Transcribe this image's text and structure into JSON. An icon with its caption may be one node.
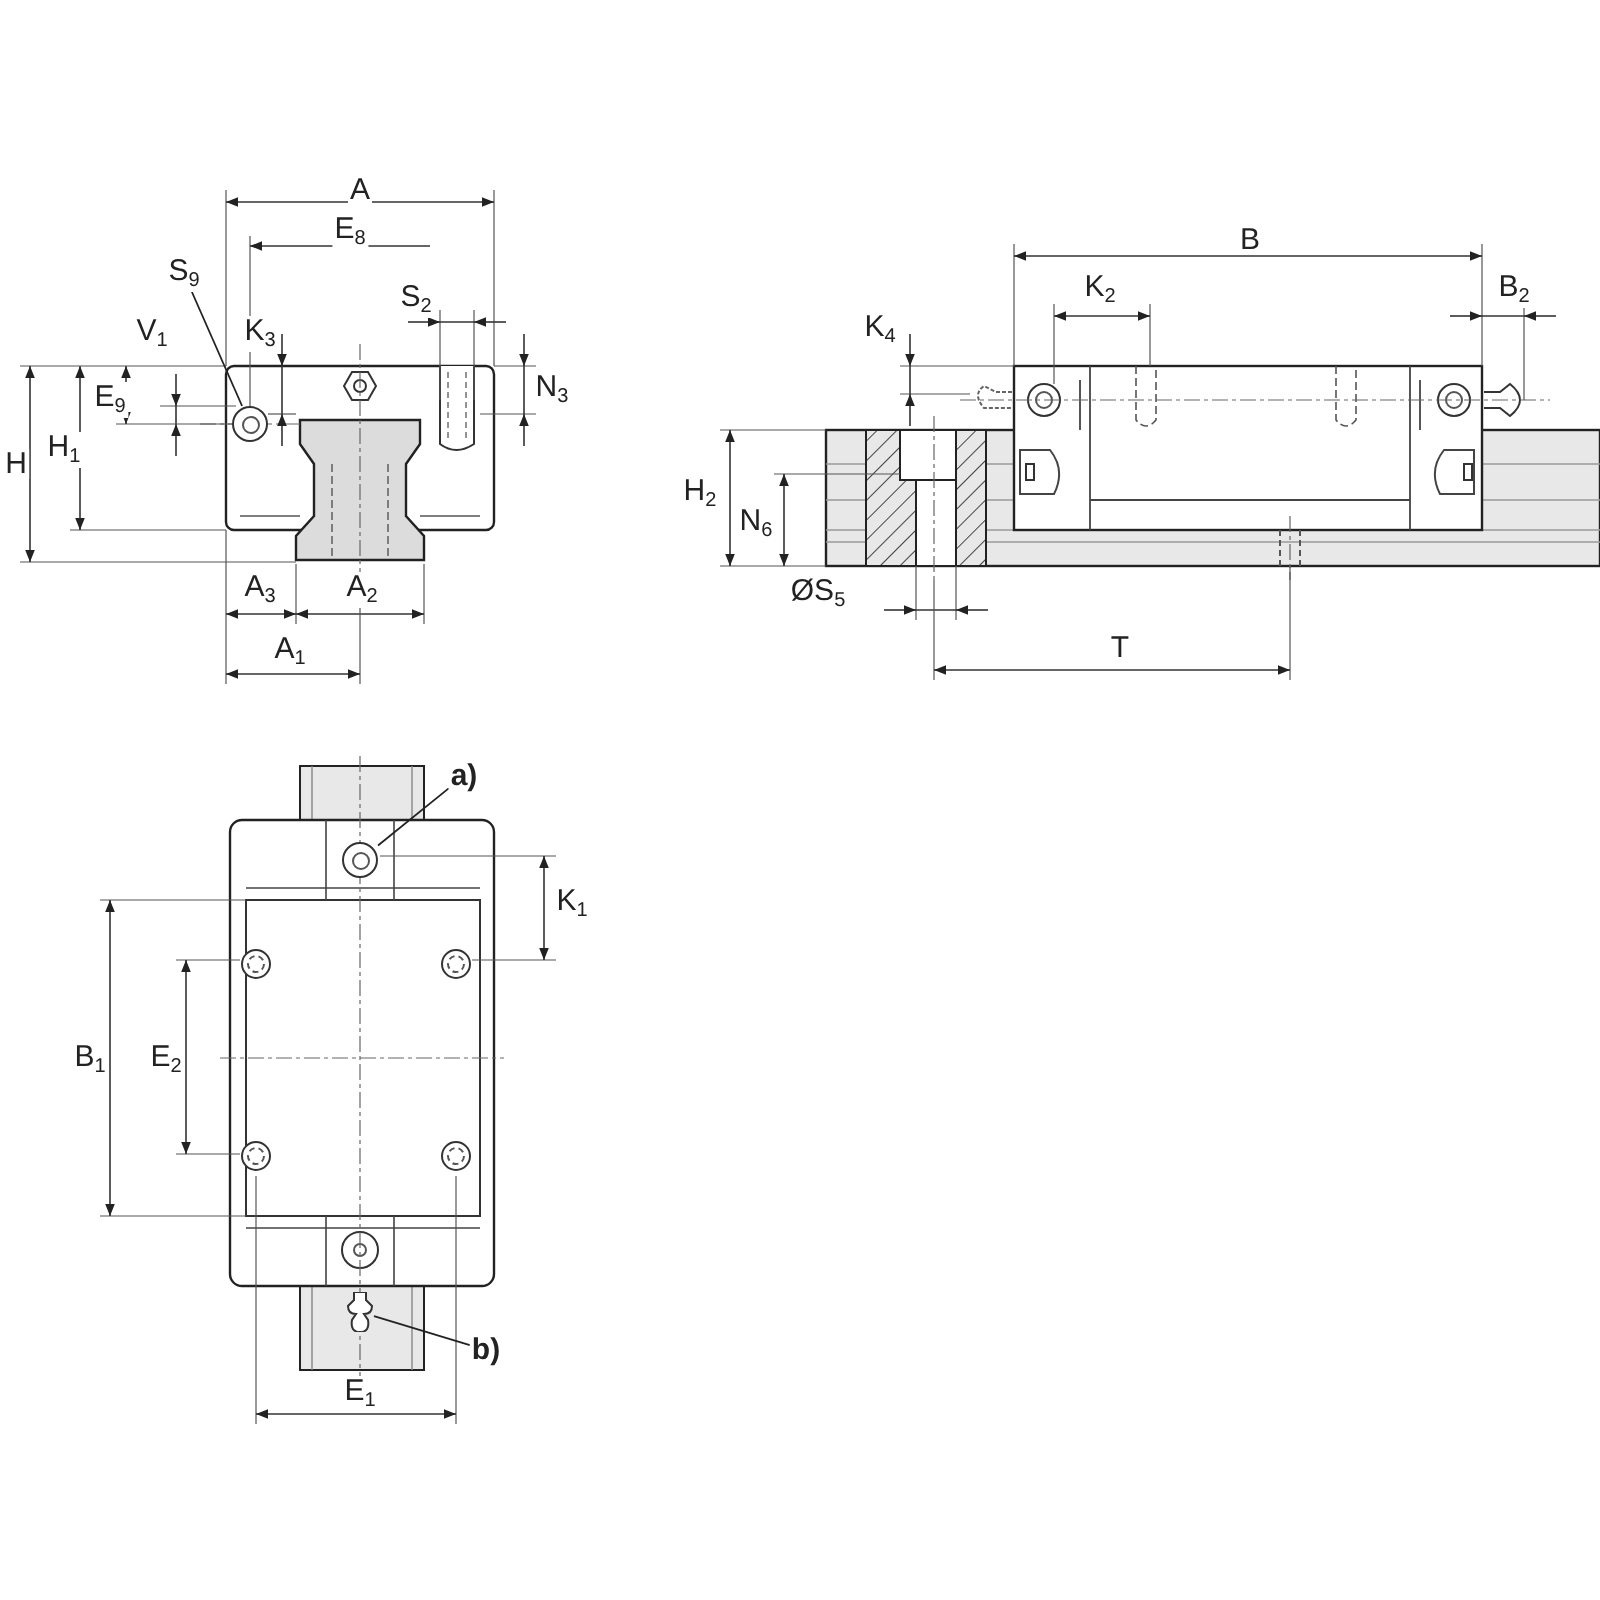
{
  "diagram": {
    "nodes": [
      {
        "text": [
          "S$_{9}$"
        ]
      },
      {
        "text": [],
        "shape": "circle"
      },
      {
        "text": [
          "a)"
        ]
      },
      {
        "text": [],
        "shape": "circle"
      },
      {
        "text": [
          "b)"
        ]
      },
      {
        "text": [],
        "shape": "picture"
      }
    ],
    "edges": [
      {
        "from": 0,
        "to": 1,
        "arrow": "none"
      },
      {
        "from": 2,
        "to": 3,
        "arrow": "none"
      },
      {
        "from": 4,
        "to": 5,
        "arrow": "none"
      }
    ],
    "labels": [
      "A",
      "E$_{8}$",
      "S$_{2}$",
      "K$_{3}$",
      "V$_{1}$",
      "N$_{3}$",
      "E$_{9}$",
      "H$_{1}$",
      "H",
      "A$_{3}$",
      "A$_{2}$",
      "A$_{1}$",
      "B",
      "K$_{2}$",
      "B$_{2}$",
      "K$_{4}$",
      "H$_{2}$",
      "N$_{6}$",
      "ØS$_{5}$",
      "T",
      "K$_{1}$",
      "B$_{1}$",
      "E$_{2}$",
      "E$_{1}$"
    ]
  }
}
